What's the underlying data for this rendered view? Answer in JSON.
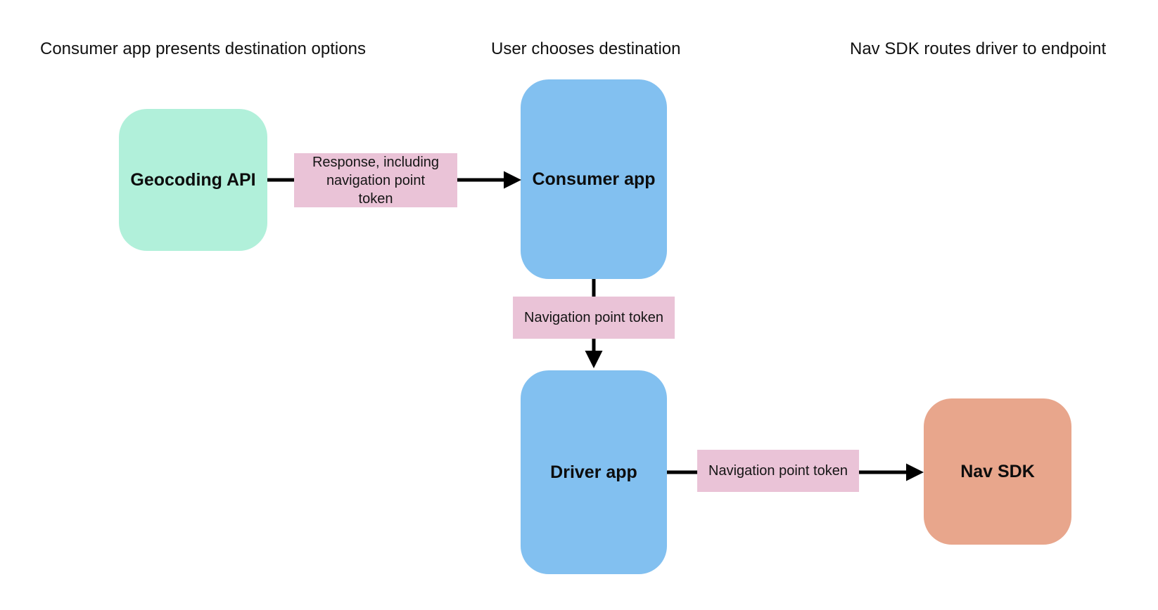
{
  "diagram": {
    "headings": [
      "Consumer app presents destination options",
      "User chooses destination",
      "Nav SDK routes driver to endpoint"
    ],
    "nodes": {
      "geocoding_api": {
        "label": "Geocoding API",
        "color": "#b1f0da"
      },
      "consumer_app": {
        "label": "Consumer app",
        "color": "#82c0f0"
      },
      "driver_app": {
        "label": "Driver app",
        "color": "#82c0f0"
      },
      "nav_sdk": {
        "label": "Nav SDK",
        "color": "#e8a68c"
      }
    },
    "edges": {
      "geocoding_to_consumer": {
        "from": "Geocoding API",
        "to": "Consumer app",
        "label": "Response, including\nnavigation point\ntoken"
      },
      "consumer_to_driver": {
        "from": "Consumer app",
        "to": "Driver app",
        "label": "Navigation point token"
      },
      "driver_to_navsdk": {
        "from": "Driver app",
        "to": "Nav SDK",
        "label": "Navigation point token"
      }
    },
    "colors": {
      "background": "#ffffff",
      "edge_label_bg": "#eac3d7",
      "arrow": "#000000",
      "text": "#111111"
    }
  }
}
